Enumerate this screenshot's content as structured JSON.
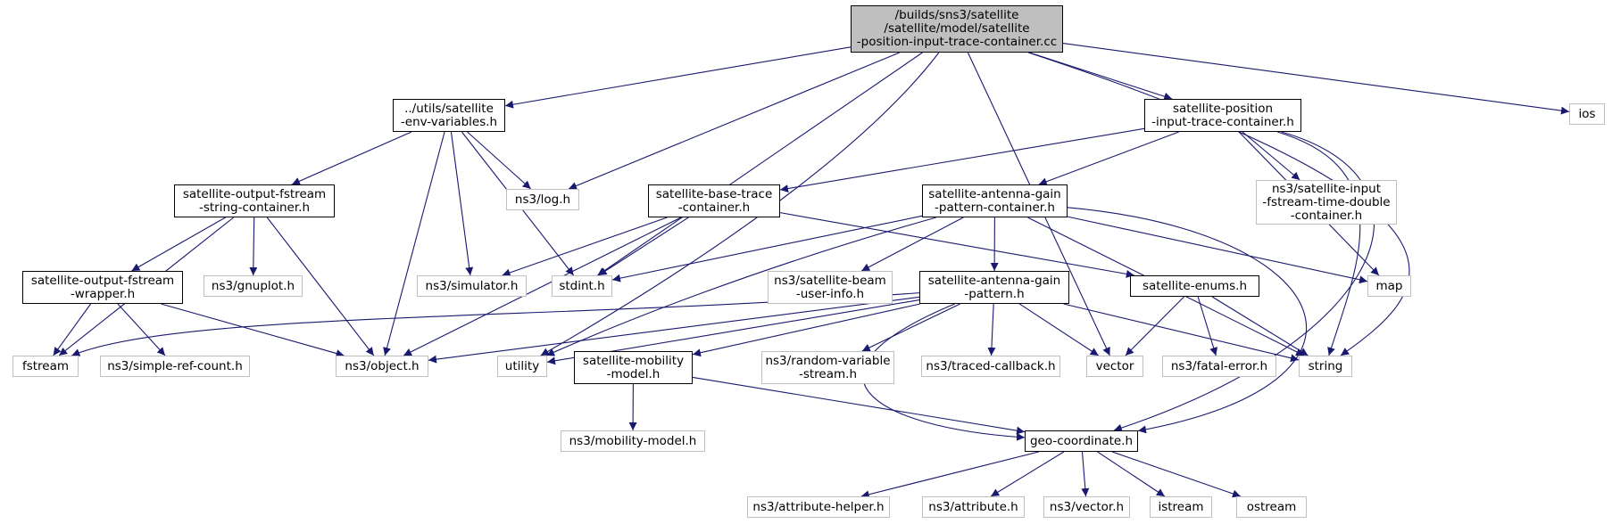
{
  "graph": {
    "colors": {
      "edge": "#191970",
      "doc_border": "#000000",
      "sys_border": "#bfbfbf",
      "root_fill": "#bfbfbf"
    },
    "nodes": [
      {
        "id": "root",
        "kind": "root",
        "lines": [
          "/builds/sns3/satellite",
          "/satellite/model/satellite",
          "-position-input-trace-container.cc"
        ]
      },
      {
        "id": "env",
        "kind": "doc",
        "lines": [
          "../utils/satellite",
          "-env-variables.h"
        ]
      },
      {
        "id": "pitc",
        "kind": "doc",
        "lines": [
          "satellite-position",
          "-input-trace-container.h"
        ]
      },
      {
        "id": "ios",
        "kind": "sys",
        "lines": [
          "ios"
        ]
      },
      {
        "id": "log",
        "kind": "sys",
        "lines": [
          "ns3/log.h"
        ]
      },
      {
        "id": "sofsc",
        "kind": "doc",
        "lines": [
          "satellite-output-fstream",
          "-string-container.h"
        ]
      },
      {
        "id": "btc",
        "kind": "doc",
        "lines": [
          "satellite-base-trace",
          "-container.h"
        ]
      },
      {
        "id": "agpc",
        "kind": "doc",
        "lines": [
          "satellite-antenna-gain",
          "-pattern-container.h"
        ]
      },
      {
        "id": "ifstd",
        "kind": "sys",
        "lines": [
          "ns3/satellite-input",
          "-fstream-time-double",
          "-container.h"
        ]
      },
      {
        "id": "sofw",
        "kind": "doc",
        "lines": [
          "satellite-output-fstream",
          "-wrapper.h"
        ]
      },
      {
        "id": "gnuplot",
        "kind": "sys",
        "lines": [
          "ns3/gnuplot.h"
        ]
      },
      {
        "id": "sim",
        "kind": "sys",
        "lines": [
          "ns3/simulator.h"
        ]
      },
      {
        "id": "stdint",
        "kind": "sys",
        "lines": [
          "stdint.h"
        ]
      },
      {
        "id": "beam",
        "kind": "sys",
        "lines": [
          "ns3/satellite-beam",
          "-user-info.h"
        ]
      },
      {
        "id": "enums",
        "kind": "doc",
        "lines": [
          "satellite-enums.h"
        ]
      },
      {
        "id": "map",
        "kind": "sys",
        "lines": [
          "map"
        ]
      },
      {
        "id": "agp",
        "kind": "doc",
        "lines": [
          "satellite-antenna-gain",
          "-pattern.h"
        ]
      },
      {
        "id": "fstream",
        "kind": "sys",
        "lines": [
          "fstream"
        ]
      },
      {
        "id": "src",
        "kind": "sys",
        "lines": [
          "ns3/simple-ref-count.h"
        ]
      },
      {
        "id": "object",
        "kind": "sys",
        "lines": [
          "ns3/object.h"
        ]
      },
      {
        "id": "utility",
        "kind": "sys",
        "lines": [
          "utility"
        ]
      },
      {
        "id": "mob",
        "kind": "doc",
        "lines": [
          "satellite-mobility",
          "-model.h"
        ]
      },
      {
        "id": "rvs",
        "kind": "sys",
        "lines": [
          "ns3/random-variable",
          "-stream.h"
        ]
      },
      {
        "id": "tcb",
        "kind": "sys",
        "lines": [
          "ns3/traced-callback.h"
        ]
      },
      {
        "id": "vector",
        "kind": "sys",
        "lines": [
          "vector"
        ]
      },
      {
        "id": "fatal",
        "kind": "sys",
        "lines": [
          "ns3/fatal-error.h"
        ]
      },
      {
        "id": "string",
        "kind": "sys",
        "lines": [
          "string"
        ]
      },
      {
        "id": "nsmob",
        "kind": "sys",
        "lines": [
          "ns3/mobility-model.h"
        ]
      },
      {
        "id": "geo",
        "kind": "doc",
        "lines": [
          "geo-coordinate.h"
        ]
      },
      {
        "id": "ahelp",
        "kind": "sys",
        "lines": [
          "ns3/attribute-helper.h"
        ]
      },
      {
        "id": "attr",
        "kind": "sys",
        "lines": [
          "ns3/attribute.h"
        ]
      },
      {
        "id": "nsvec",
        "kind": "sys",
        "lines": [
          "ns3/vector.h"
        ]
      },
      {
        "id": "istream",
        "kind": "sys",
        "lines": [
          "istream"
        ]
      },
      {
        "id": "ostream",
        "kind": "sys",
        "lines": [
          "ostream"
        ]
      }
    ],
    "edges": [
      [
        "root",
        "env"
      ],
      [
        "root",
        "pitc"
      ],
      [
        "root",
        "ios"
      ],
      [
        "root",
        "log"
      ],
      [
        "root",
        "stdint"
      ],
      [
        "root",
        "utility"
      ],
      [
        "root",
        "vector"
      ],
      [
        "root",
        "string"
      ],
      [
        "env",
        "sofsc"
      ],
      [
        "env",
        "log"
      ],
      [
        "env",
        "sim"
      ],
      [
        "env",
        "stdint"
      ],
      [
        "env",
        "object"
      ],
      [
        "pitc",
        "btc"
      ],
      [
        "pitc",
        "agpc"
      ],
      [
        "pitc",
        "ifstd"
      ],
      [
        "pitc",
        "map"
      ],
      [
        "pitc",
        "string"
      ],
      [
        "pitc",
        "geo"
      ],
      [
        "sofsc",
        "sofw"
      ],
      [
        "sofsc",
        "gnuplot"
      ],
      [
        "sofsc",
        "fstream"
      ],
      [
        "sofsc",
        "object"
      ],
      [
        "btc",
        "sim"
      ],
      [
        "btc",
        "stdint"
      ],
      [
        "btc",
        "enums"
      ],
      [
        "btc",
        "object"
      ],
      [
        "agpc",
        "stdint"
      ],
      [
        "agpc",
        "beam"
      ],
      [
        "agpc",
        "agp"
      ],
      [
        "agpc",
        "map"
      ],
      [
        "agpc",
        "string"
      ],
      [
        "agpc",
        "utility"
      ],
      [
        "agpc",
        "geo"
      ],
      [
        "sofw",
        "fstream"
      ],
      [
        "sofw",
        "src"
      ],
      [
        "sofw",
        "object"
      ],
      [
        "enums",
        "vector"
      ],
      [
        "enums",
        "fatal"
      ],
      [
        "enums",
        "string"
      ],
      [
        "agp",
        "fstream"
      ],
      [
        "agp",
        "object"
      ],
      [
        "agp",
        "utility"
      ],
      [
        "agp",
        "mob"
      ],
      [
        "agp",
        "rvs"
      ],
      [
        "agp",
        "tcb"
      ],
      [
        "agp",
        "vector"
      ],
      [
        "agp",
        "string"
      ],
      [
        "agp",
        "geo"
      ],
      [
        "mob",
        "nsmob"
      ],
      [
        "mob",
        "geo"
      ],
      [
        "geo",
        "ahelp"
      ],
      [
        "geo",
        "attr"
      ],
      [
        "geo",
        "nsvec"
      ],
      [
        "geo",
        "istream"
      ],
      [
        "geo",
        "ostream"
      ]
    ]
  }
}
